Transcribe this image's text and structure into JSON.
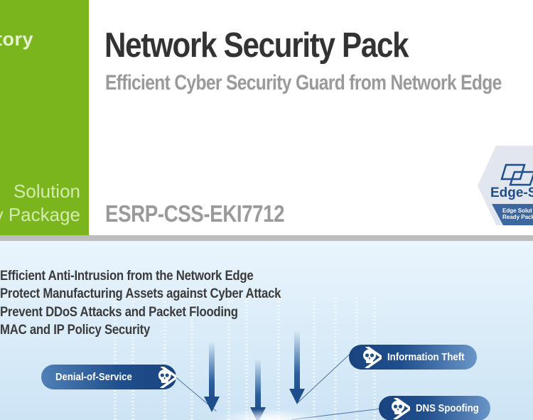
{
  "side_panel": {
    "top_text": "tory",
    "bottom_lines": [
      "Solution",
      "y Package"
    ],
    "color": "#7ab51d"
  },
  "header": {
    "title": "Network Security Pack",
    "subtitle": "Efficient Cyber Security Guard from Network Edge",
    "model": "ESRP-CSS-EKI7712"
  },
  "badge": {
    "word": "Edge-S",
    "band_lines": [
      "Edge Solut",
      "Ready Pack"
    ],
    "color": "#1f4e8c"
  },
  "features": [
    "Efficient Anti-Intrusion from the Network Edge",
    "Protect Manufacturing Assets against Cyber Attack",
    "Prevent DDoS Attacks and Packet Flooding",
    "MAC and IP Policy Security"
  ],
  "threats": [
    {
      "label": "Denial-of-Service",
      "icon": "skull-crossbones-icon"
    },
    {
      "label": "Information Theft",
      "icon": "skull-crossbones-icon"
    },
    {
      "label": "DNS Spoofing",
      "icon": "skull-crossbones-icon"
    }
  ],
  "colors": {
    "title": "#333333",
    "subtitle": "#9a9a9a",
    "divider": "#bdbdbd",
    "threat_pill": "#1f4e8c",
    "background_light": "#e3f1fb"
  }
}
